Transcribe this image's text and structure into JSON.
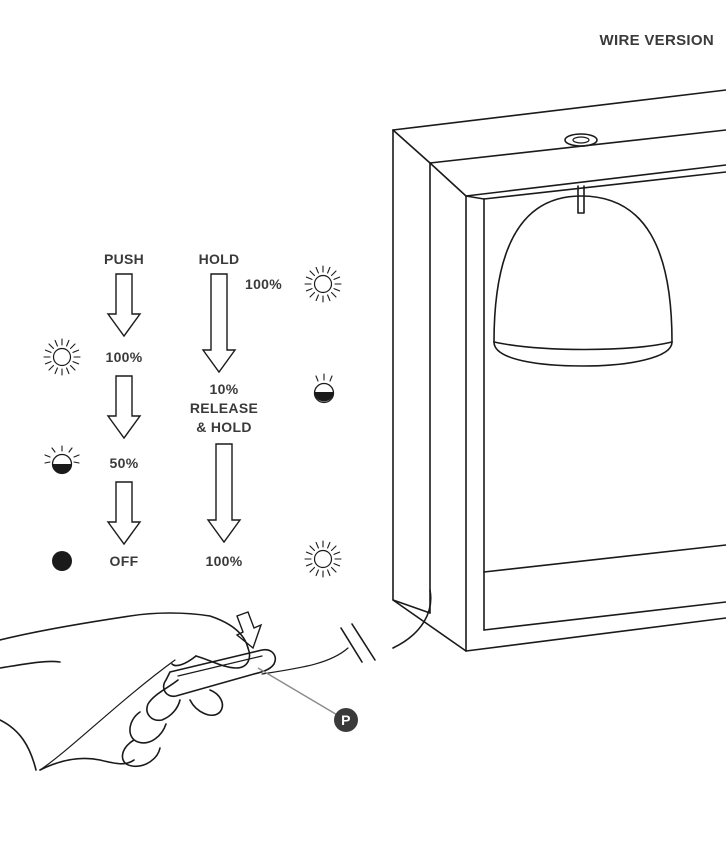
{
  "header": {
    "title": "WIRE VERSION"
  },
  "columns": {
    "push": {
      "heading": "PUSH",
      "steps": [
        "100%",
        "50%",
        "OFF"
      ]
    },
    "hold": {
      "heading": "HOLD",
      "top_level": "100%",
      "middle_lines": [
        "10%",
        "RELEASE",
        "& HOLD"
      ],
      "bottom_level": "100%"
    }
  },
  "icons": {
    "push": [
      "sun-full-icon",
      "half-dim-icon",
      "off-dot-icon"
    ],
    "hold": [
      "sun-full-icon",
      "dim-icon",
      "sun-full-icon"
    ]
  },
  "callout": {
    "label": "P"
  }
}
